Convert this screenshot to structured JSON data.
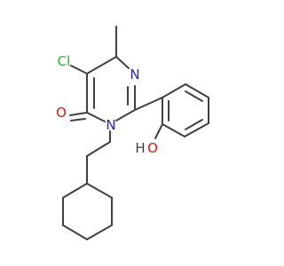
{
  "molecule": {
    "atoms": {
      "chlorine": "Cl",
      "nitrogen_ring": "N",
      "nitrogen_n3": "N",
      "carbonyl_oxygen": "O",
      "hydroxyl_oxygen": "O",
      "hydroxyl_hydrogen": "H"
    },
    "colors": {
      "bond": "#404040",
      "chlorine": "#2bb52b",
      "nitrogen": "#2323d6",
      "oxygen": "#e8120b",
      "hydrogen": "#404040"
    }
  }
}
